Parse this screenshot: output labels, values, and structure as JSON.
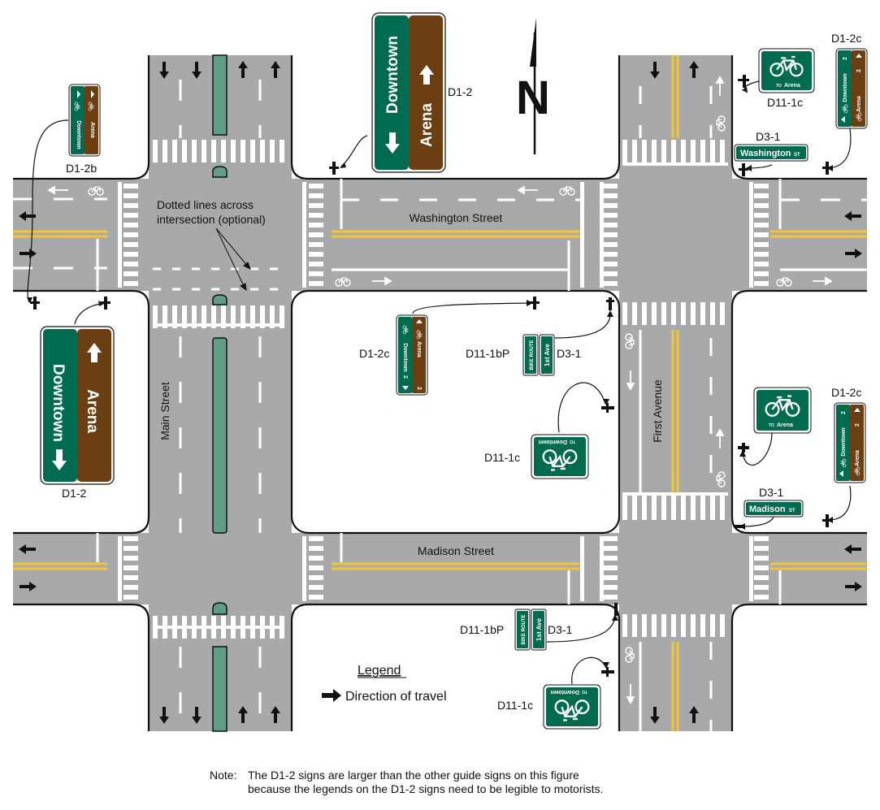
{
  "streets": {
    "main": "Main Street",
    "first": "First Avenue",
    "washington": "Washington Street",
    "madison": "Madison Street"
  },
  "callouts": {
    "dotted_lines": [
      "Dotted lines across",
      "intersection (optional)"
    ]
  },
  "sign_codes": {
    "d1_2": "D1-2",
    "d1_2b": "D1-2b",
    "d1_2c": "D1-2c",
    "d3_1": "D3-1",
    "d11_1c": "D11-1c",
    "d11_1bp": "D11-1bP"
  },
  "sign_text": {
    "downtown": "Downtown",
    "arena": "Arena",
    "to": "TO",
    "washington": "Washington",
    "madison": "Madison",
    "st": "ST",
    "bike_route": "BIKE ROUTE",
    "first_ave": "1st Ave",
    "two": "2"
  },
  "legend": {
    "title": "Legend",
    "direction": "Direction of travel"
  },
  "note": {
    "lead": "Note:",
    "line1": "The D1-2 signs are larger than the other guide signs on this figure",
    "line2": "because the legends on the D1-2 signs need to be legible to motorists."
  },
  "north_label": "N",
  "colors": {
    "pavement": "#a7a9ab",
    "median": "#5f9e84",
    "yellow": "#f4c430",
    "sign_green": "#006b4e",
    "sign_brown": "#6b3f12"
  }
}
